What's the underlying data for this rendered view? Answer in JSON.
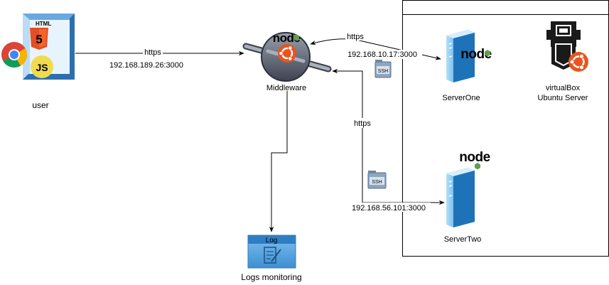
{
  "nodes": {
    "user": {
      "label": "user",
      "icons": [
        "html5-icon",
        "chrome-icon",
        "javascript-icon"
      ]
    },
    "middleware": {
      "label": "Middleware",
      "node_logo": "node"
    },
    "server_one": {
      "label": "ServerOne",
      "node_logo": "node"
    },
    "server_two": {
      "label": "ServerTwo",
      "node_logo": "node"
    },
    "virtualbox": {
      "label_line1": "virtualBox",
      "label_line2": "Ubuntu Server"
    },
    "logs": {
      "header": "Log",
      "label": "Logs monitoring"
    }
  },
  "edges": {
    "user_to_middleware": {
      "protocol": "https",
      "address": "192.168.189.26:3000"
    },
    "middleware_to_serverone": {
      "protocol": "https",
      "address": "192.168.10.17:3000",
      "tunnel": "SSH"
    },
    "middleware_to_servertwo": {
      "protocol": "https",
      "address": "192.168.56.101:3000",
      "tunnel": "SSH"
    }
  },
  "colors": {
    "server_blue": "#2a8fd6",
    "server_light": "#9fd2f4",
    "ubuntu_orange": "#e95420",
    "node_green": "#5fa04e",
    "html5_orange": "#e44d26",
    "js_yellow": "#f0db4f",
    "log_blue": "#3d8fd1"
  }
}
